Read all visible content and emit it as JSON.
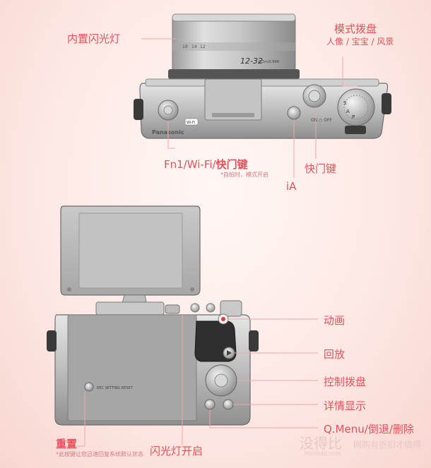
{
  "top_labels": {
    "built_in_flash": "内置闪光灯",
    "mode_dial": "模式拨盘",
    "mode_dial_sub": "人像 / 宝宝 / 风景",
    "fn1_prefix": "Fn1/Wi-Fi/",
    "fn1_bold": "快门键",
    "fn1_note": "*自拍时，模式开启",
    "ia": "iA",
    "shutter": "快门键"
  },
  "bottom_labels": {
    "movie": "动画",
    "playback": "回放",
    "control_dial": "控制拨盘",
    "display": "详情显示",
    "qmenu": "Q.Menu/倒退/删除",
    "reset": "重置",
    "reset_note": "*此按键让您迅速回复系统默认状态",
    "flash_open": "闪光灯开启"
  },
  "camera_marks": {
    "lens_range": "12-32",
    "focal_marks": [
      "18",
      "14",
      "12"
    ],
    "lens_dist": "0.2m/0.66ft",
    "brand": "Panasonic",
    "on_off": "ON ○ OFF",
    "reset_button_text": "REC SETTING RESET",
    "wifi_logo": "Wi-Fi",
    "mode_dial_glyphs": [
      "S",
      "A",
      "P"
    ]
  },
  "watermark": {
    "left": "没得比",
    "left_sub": "Meidebi.com",
    "right": "网购有折扣才值得"
  },
  "colors": {
    "accent": "#e0525a",
    "line": "#f0a6a6",
    "camera_body": "#b8b8b8",
    "camera_dark": "#3a3a3a"
  }
}
